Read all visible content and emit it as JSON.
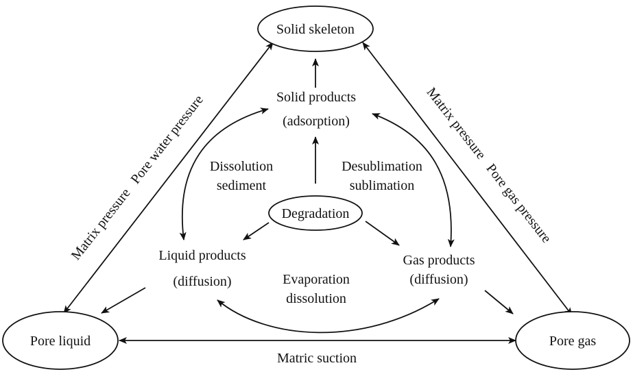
{
  "nodes": {
    "solid_skeleton": "Solid skeleton",
    "pore_liquid": "Pore liquid",
    "pore_gas": "Pore gas",
    "degradation": "Degradation",
    "solid_products": "Solid products",
    "solid_products_sub": "(adsorption)",
    "liquid_products": "Liquid products",
    "liquid_products_sub": "(diffusion)",
    "gas_products": "Gas products",
    "gas_products_sub": "(diffusion)"
  },
  "edge_labels": {
    "left_side_outer": "Matrix pressure   Pore water pressure",
    "right_side_outer": "Matrix pressure   Pore gas pressure",
    "bottom": "Matric suction",
    "dissolution_1": "Dissolution",
    "dissolution_2": "sediment",
    "desublimation_1": "Desublimation",
    "desublimation_2": "sublimation",
    "evaporation_1": "Evaporation",
    "evaporation_2": "dissolution"
  },
  "colors": {
    "stroke": "#111111",
    "background": "#ffffff"
  }
}
